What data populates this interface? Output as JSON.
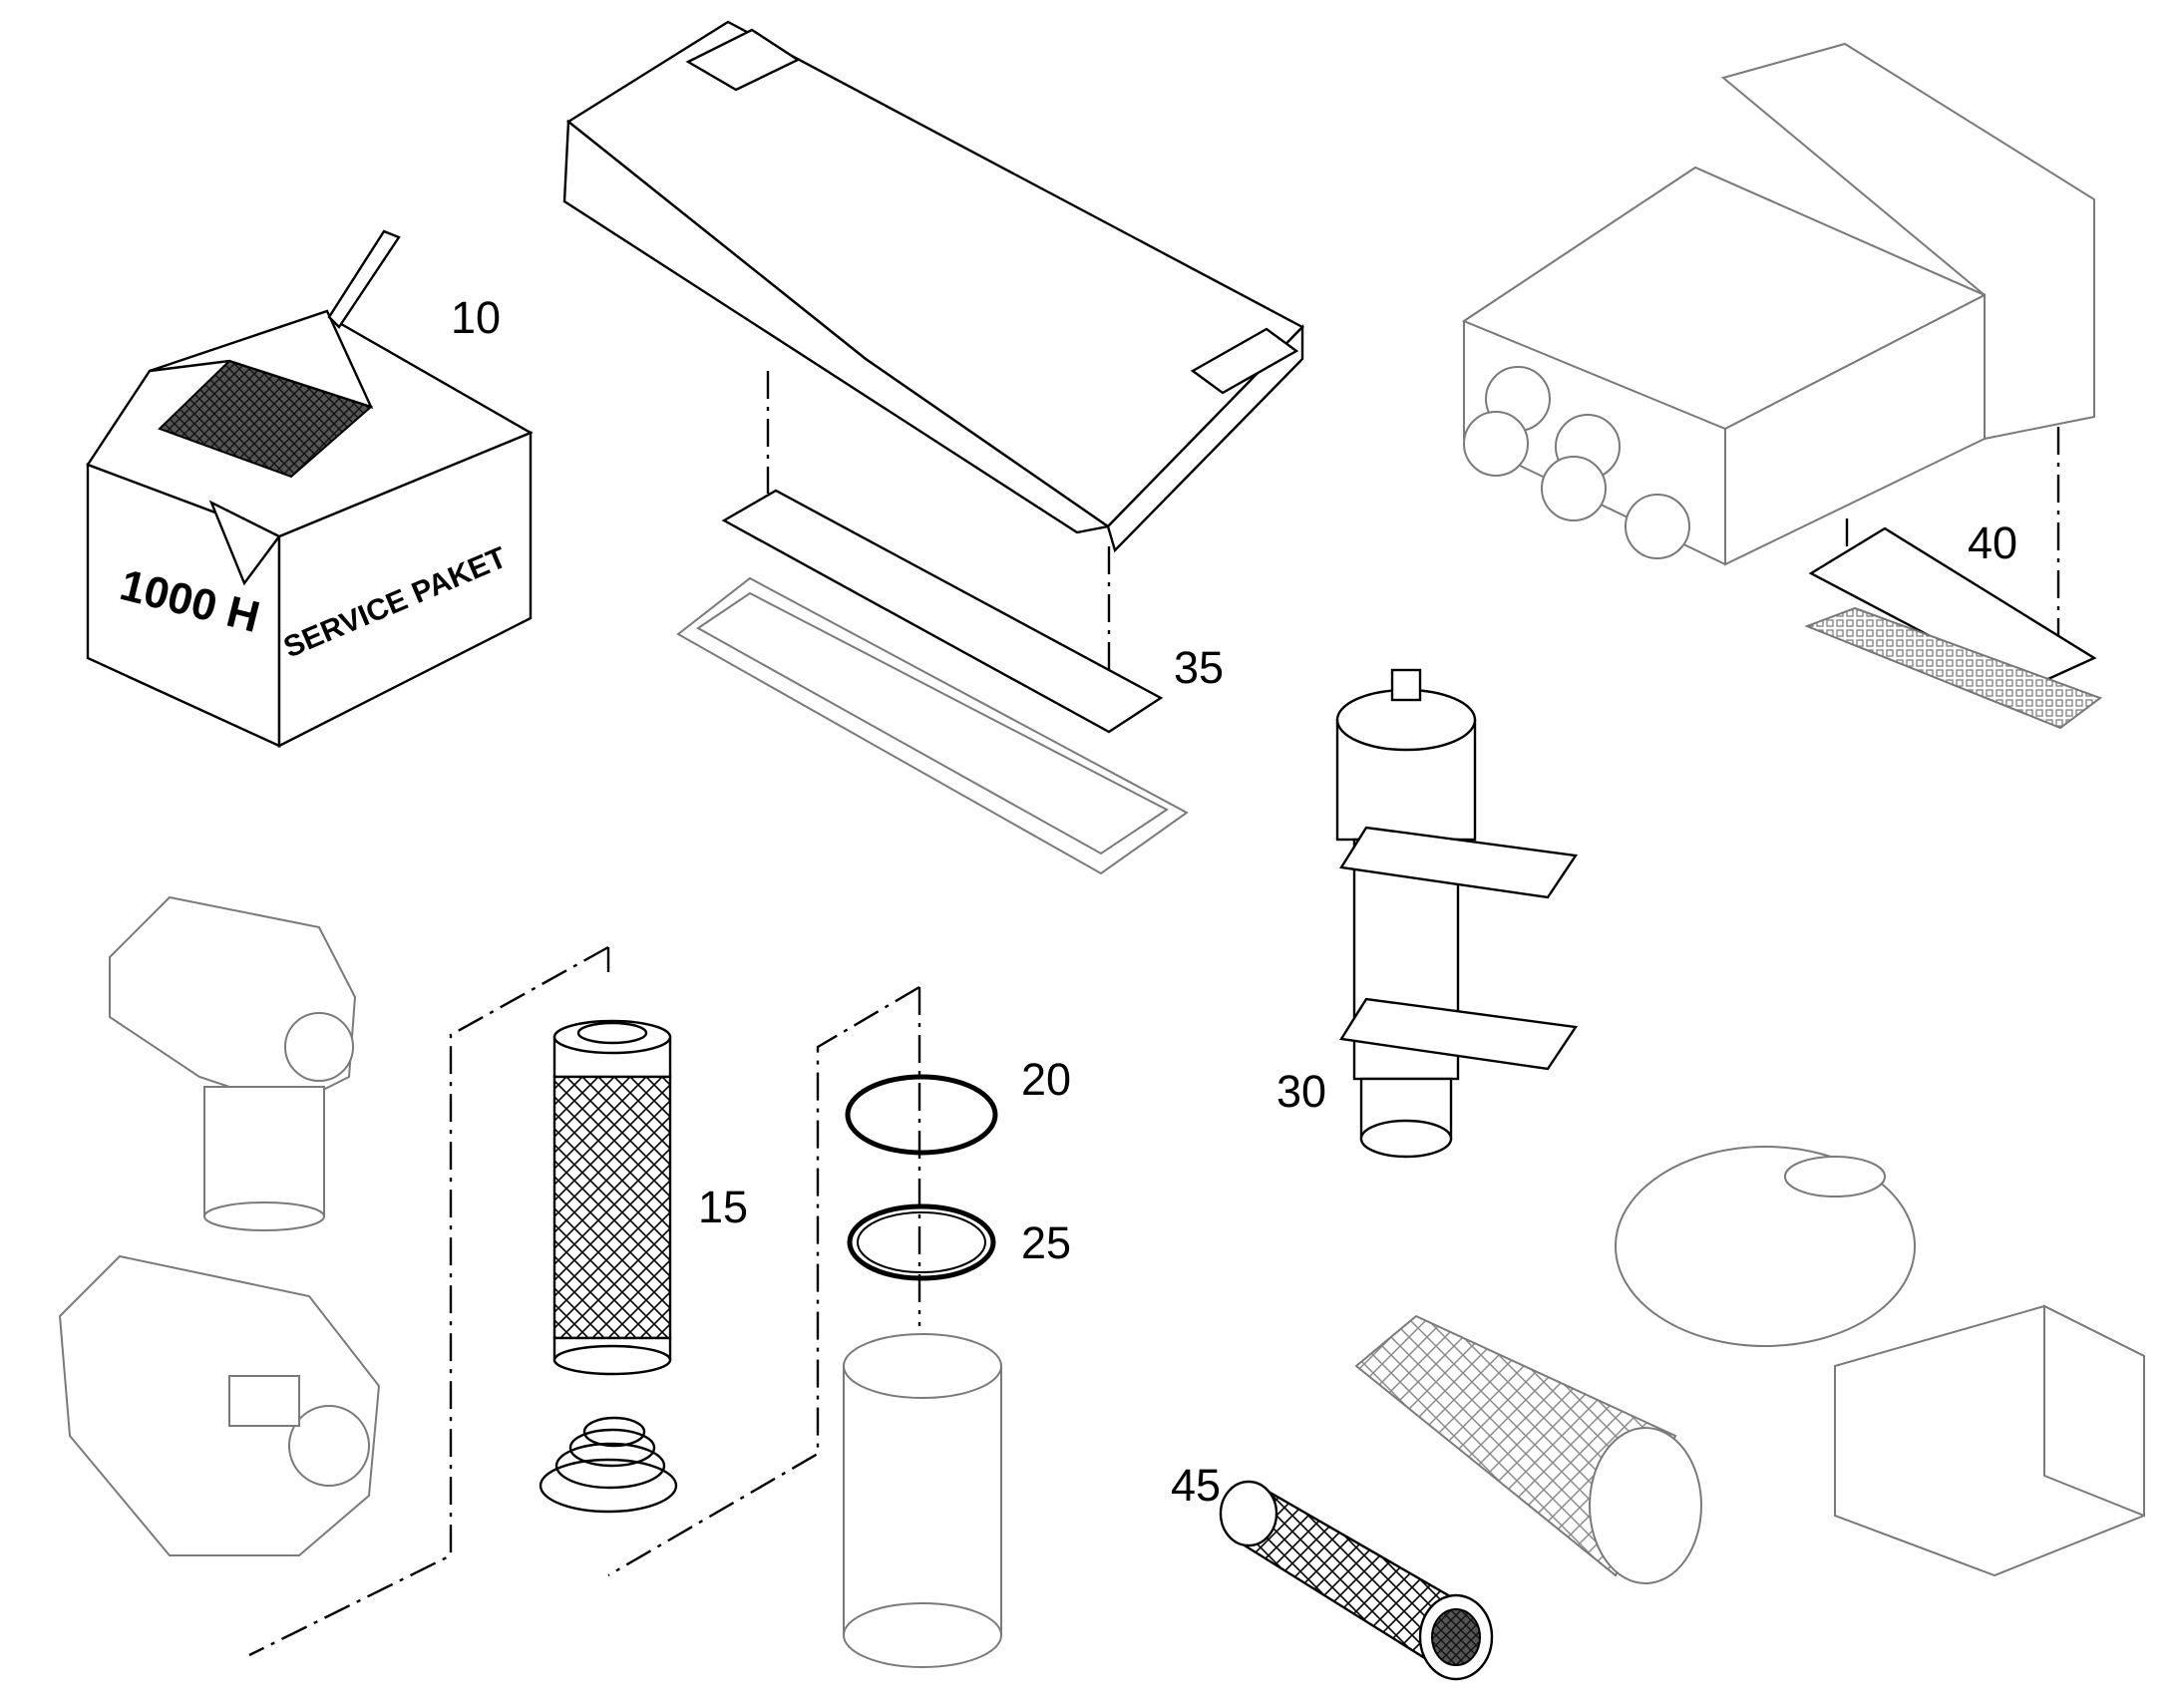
{
  "labels": {
    "p10": "10",
    "p15": "15",
    "p20": "20",
    "p25": "25",
    "p30": "30",
    "p35": "35",
    "p40": "40",
    "p45": "45"
  },
  "box": {
    "side_text": "1000 H",
    "front_text": "SERVICE PAKET"
  },
  "colors": {
    "line": "#000000",
    "ghost": "#7a7a7a",
    "background": "#ffffff"
  }
}
